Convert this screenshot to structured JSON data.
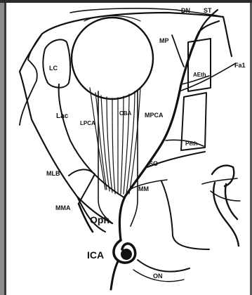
{
  "labels": {
    "dn": "DN",
    "st": "ST",
    "mp": "MP",
    "fa1": "Fa1",
    "aeth": "AEth",
    "lc": "LC",
    "lac": "Lac",
    "lpca": "LPCA",
    "cba": "CBA",
    "mpca": "MPCA",
    "peth": "Peth",
    "so": "SO",
    "mlb": "MLB",
    "mm": "MM",
    "mma": "MMA",
    "oph": "Oph",
    "ica": "ICA",
    "on": "ON"
  }
}
